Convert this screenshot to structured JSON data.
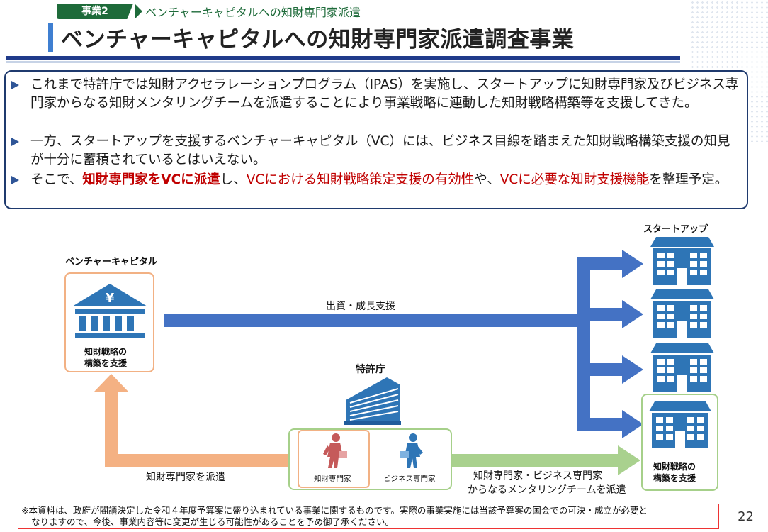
{
  "header": {
    "tag": "事業2",
    "subtitle": "ベンチャーキャピタルへの知財専門家派遣",
    "title": "ベンチャーキャピタルへの知財専門家派遣調査事業"
  },
  "bullets": {
    "b1": "これまで特許庁では知財アクセラレーションプログラム（IPAS）を実施し、スタートアップに知財専門家及びビジネス専門家からなる知財メンタリングチームを派遣することにより事業戦略に連動した知財戦略構築等を支援してきた。",
    "b2": "一方、スタートアップを支援するベンチャーキャピタル（VC）には、ビジネス目線を踏まえた知財戦略構築支援の知見が十分に蓄積されているとはいえない。",
    "b3_a": "そこで、",
    "b3_b": "知財専門家をVCに派遣",
    "b3_c": "し、",
    "b3_d": "VCにおける知財戦略策定支援の有効性",
    "b3_e": "や、",
    "b3_f": "VCに必要な知財支援機能",
    "b3_g": "を整理予定。"
  },
  "diagram": {
    "vc_title": "ベンチャーキャピタル",
    "vc_box_line1": "知財戦略の",
    "vc_box_line2": "構築を支援",
    "vc_icon": "bank-yen-icon",
    "jpo_title": "特許庁",
    "jpo_icon": "office-building-icon",
    "startup_title": "スタートアップ",
    "startup_icon": "building-icon",
    "startup_box_line1": "知財戦略の",
    "startup_box_line2": "構築を支援",
    "arrow_top_label": "出資・成長支援",
    "arrow_bottom_left_label": "知財専門家を派遣",
    "arrow_bottom_right_line1": "知財専門家・ビジネス専門家",
    "arrow_bottom_right_line2": "からなるメンタリングチームを派遣",
    "ip_expert_label": "知財専門家",
    "biz_expert_label": "ビジネス専門家",
    "ip_expert_icon": "businessman-icon",
    "biz_expert_icon": "businessman-icon"
  },
  "footer": {
    "note_line1": "※本資料は、政府が閣議決定した令和４年度予算案に盛り込まれている事業に関するものです。実際の事業実施には当該予算案の国会での可決・成立が必要と",
    "note_line2": "なりますので、今後、事業内容等に変更が生じる可能性があることを予め御了承ください。",
    "page_number": "22"
  },
  "colors": {
    "brand_green": "#1e6b3a",
    "title_blue": "#1f3a8a",
    "arrow_blue": "#4472c4",
    "arrow_orange": "#f4b183",
    "arrow_green": "#a9d18e",
    "building_blue": "#2e75b6",
    "emphasis_red": "#c00000"
  }
}
